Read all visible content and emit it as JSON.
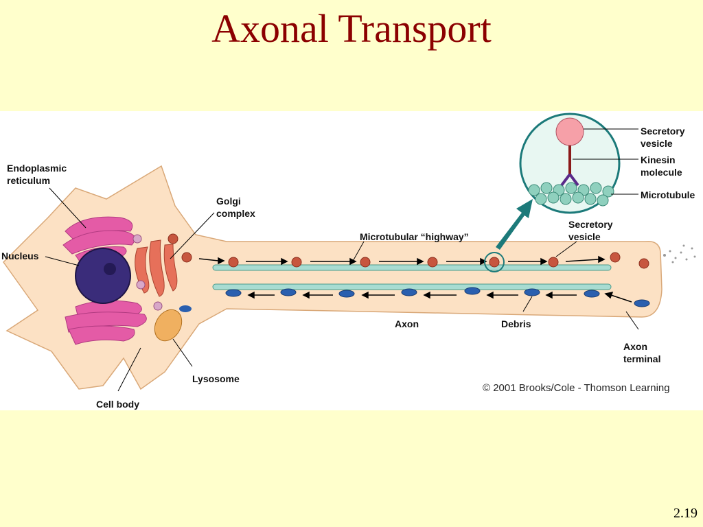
{
  "slide": {
    "title": "Axonal Transport",
    "page_number": "2.19"
  },
  "figure": {
    "labels": {
      "endoplasmic_reticulum_1": "Endoplasmic",
      "endoplasmic_reticulum_2": "reticulum",
      "nucleus": "Nucleus",
      "golgi_1": "Golgi",
      "golgi_2": "complex",
      "microtubular_highway": "Microtubular “highway”",
      "secretory_vesicle_1": "Secretory",
      "secretory_vesicle_2": "vesicle",
      "inset_secretory_1": "Secretory",
      "inset_secretory_2": "vesicle",
      "kinesin_1": "Kinesin",
      "kinesin_2": "molecule",
      "microtubule": "Microtubule",
      "axon": "Axon",
      "debris": "Debris",
      "axon_terminal_1": "Axon",
      "axon_terminal_2": "terminal",
      "lysosome": "Lysosome",
      "cell_body": "Cell body"
    },
    "copyright": "© 2001 Brooks/Cole - Thomson Learning",
    "colors": {
      "cell": "#FCE1C4",
      "nucleus": "#3A2C7A",
      "er": "#E45BA6",
      "golgi": "#E6705A",
      "vesicle": "#C7563F",
      "debris": "#2A5FAF",
      "microtubule": "#A8DCD2",
      "lysosome": "#F0B060",
      "inset_border": "#1C7A7A"
    }
  }
}
